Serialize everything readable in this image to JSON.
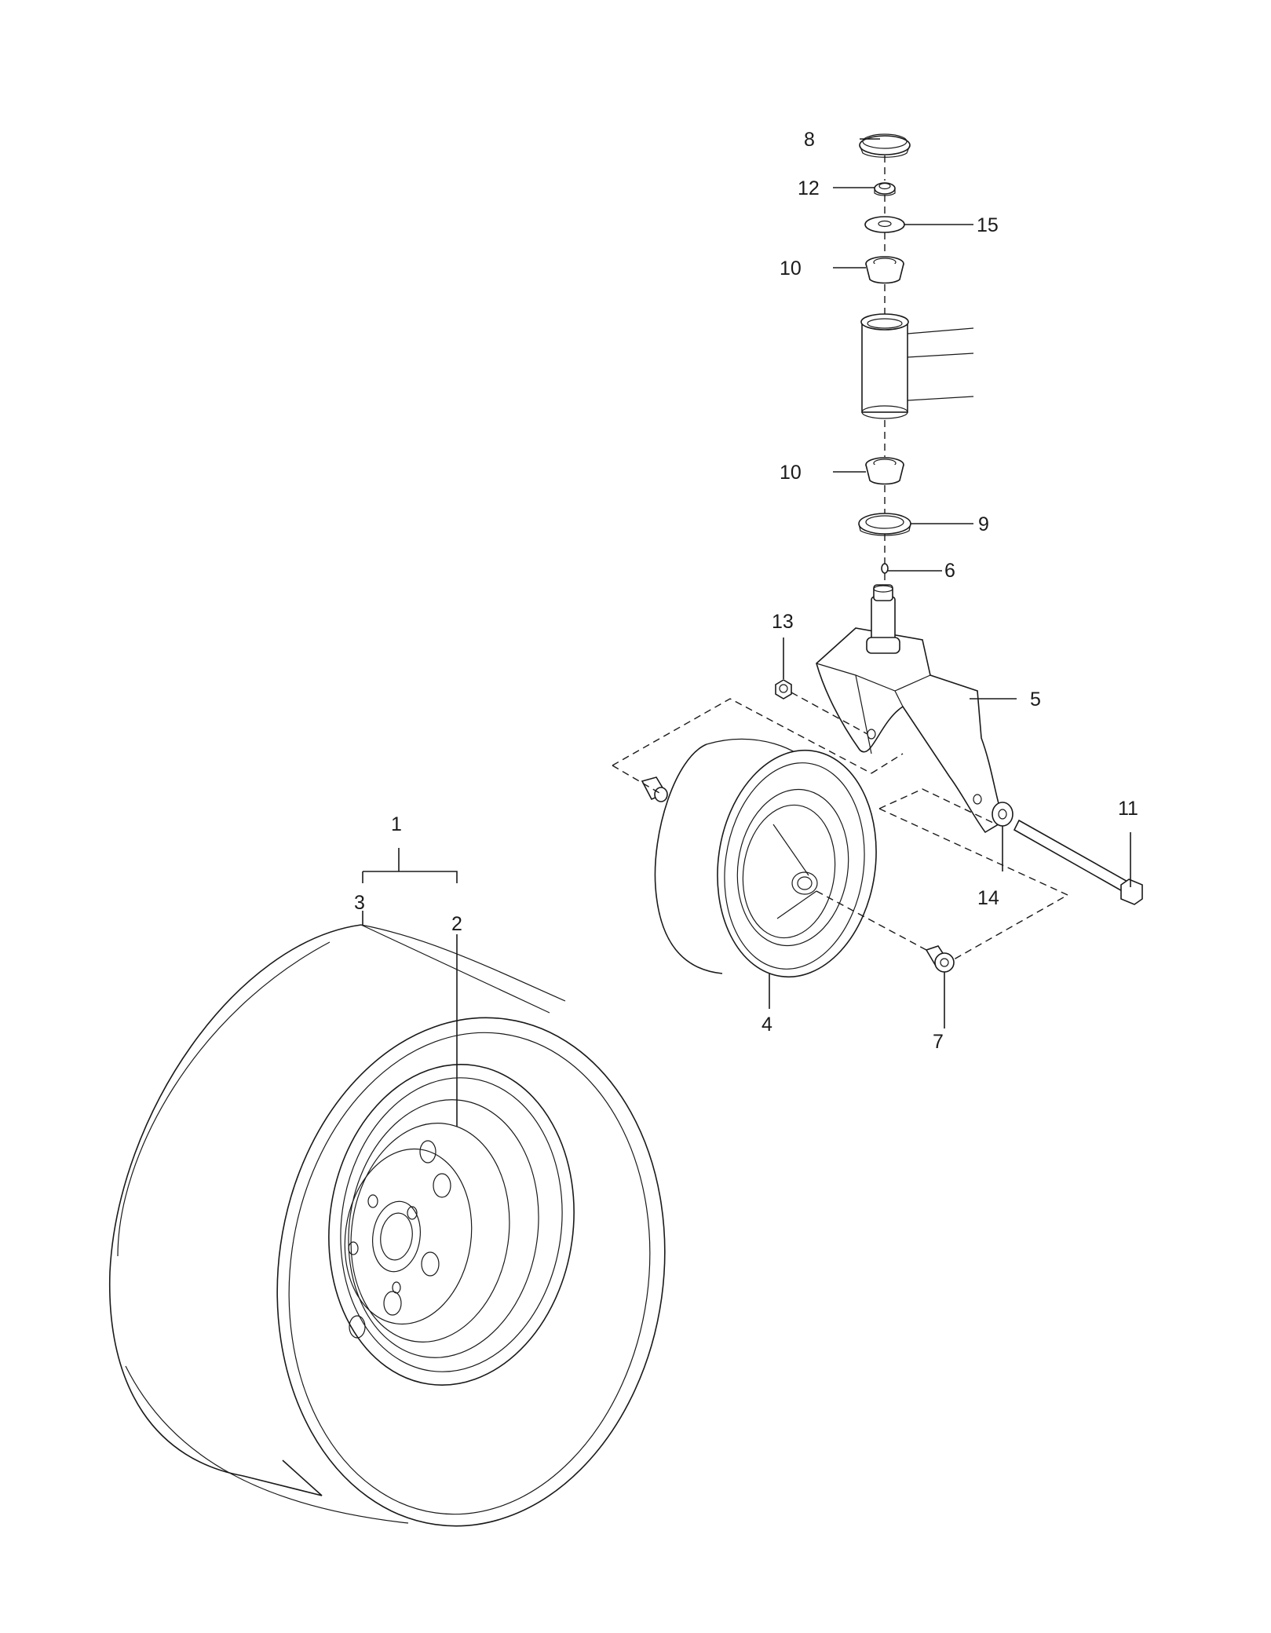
{
  "callouts": {
    "c1": "1",
    "c2": "2",
    "c3": "3",
    "c4": "4",
    "c5": "5",
    "c6": "6",
    "c7": "7",
    "c8": "8",
    "c9": "9",
    "c10a": "10",
    "c10b": "10",
    "c11": "11",
    "c12": "12",
    "c13": "13",
    "c14": "14",
    "c15": "15"
  }
}
